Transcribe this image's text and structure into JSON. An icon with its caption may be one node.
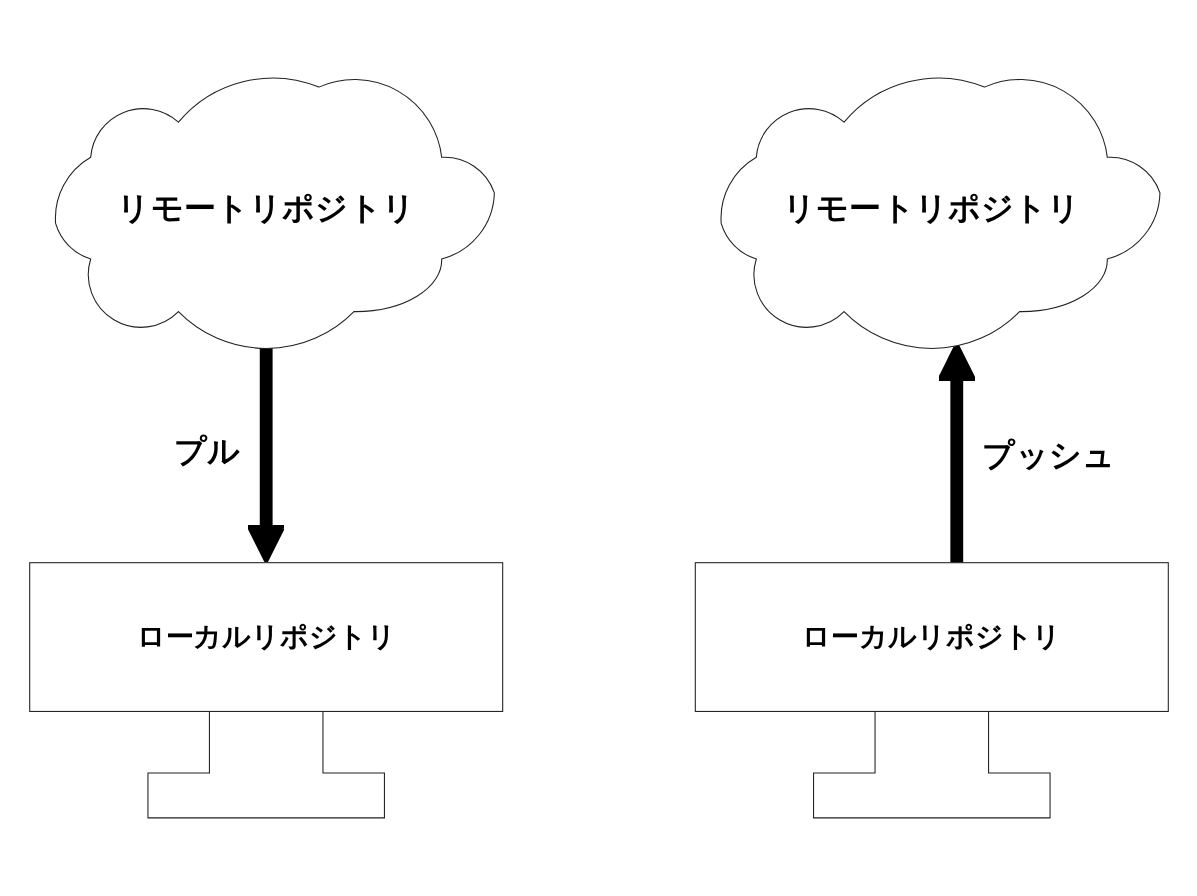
{
  "diagram": {
    "nodes": [
      {
        "text": [
          "リモートリポジトリ"
        ]
      },
      {
        "text": [
          "リモートリポジトリ"
        ]
      },
      {
        "text": [
          "ローカルリポジトリ"
        ]
      },
      {
        "text": [
          "ローカルリポジトリ"
        ]
      }
    ],
    "edges": [
      {
        "from": 0,
        "to": 2,
        "arrow": "to",
        "label": "プル"
      },
      {
        "from": 3,
        "to": 1,
        "arrow": "to",
        "label": "プッシュ"
      }
    ]
  }
}
